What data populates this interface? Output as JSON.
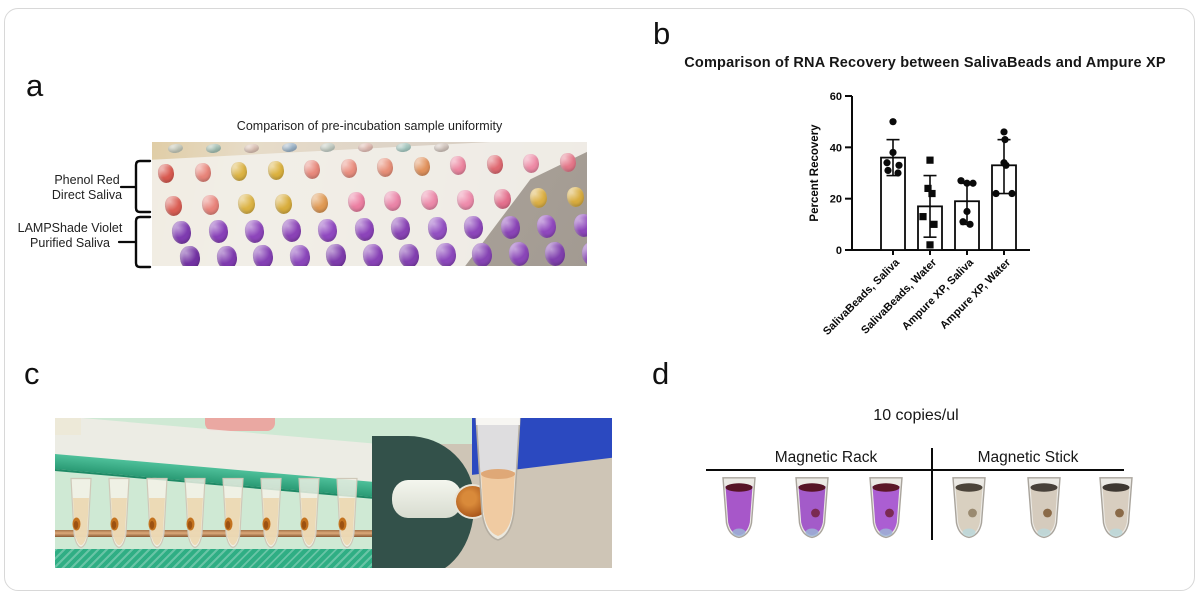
{
  "figure": {
    "panel_a": {
      "letter": "a",
      "title": "Comparison of pre-incubation sample uniformity",
      "bracket_labels": [
        {
          "line1": "Phenol Red",
          "line2": "Direct Saliva"
        },
        {
          "line1": "LAMPShade Violet",
          "line2": "Purified Saliva"
        }
      ],
      "tube_rows": {
        "caps": [
          "#b9c4bb",
          "#8fb8b0",
          "#d7b8ad",
          "#86a8c8",
          "#b8c8c0",
          "#e0b0a8",
          "#90c0b8",
          "#c8b8b0"
        ],
        "row1": [
          "#d95a50",
          "#e8857a",
          "#dcb344",
          "#dcb23f",
          "#e8897c",
          "#ea8f80",
          "#e89079",
          "#e2935e",
          "#ec86a0",
          "#e06a72",
          "#ee8ba6",
          "#e5788a"
        ],
        "row2": [
          "#db5f55",
          "#e8847b",
          "#dcb344",
          "#d9ae3e",
          "#e09a55",
          "#ec7fa2",
          "#ea85a8",
          "#ec8aaa",
          "#ee8cac",
          "#e4718e",
          "#dcb045",
          "#d9ad3f"
        ],
        "row3": [
          "#7e3bb0",
          "#8840b8",
          "#8d45bb",
          "#8a42b6",
          "#9048c0",
          "#8c44ba",
          "#8842b4",
          "#9350c2",
          "#8d47bb",
          "#8a44b6",
          "#9048be",
          "#8c46ba"
        ],
        "row4": [
          "#7232a2",
          "#7e3aae",
          "#8440b4",
          "#8a46ba",
          "#7e3cac",
          "#8843b6",
          "#8240b0",
          "#8c48bc",
          "#8644b4",
          "#8a46b8",
          "#8040ae",
          "#8846b6"
        ]
      }
    },
    "panel_b": {
      "letter": "b"
    },
    "panel_c": {
      "letter": "c",
      "tube_liquid": "#ebd6ae",
      "pellet_color": "#c4731f"
    },
    "panel_d": {
      "letter": "d",
      "title": "10 copies/ul",
      "groups": [
        "Magnetic Rack",
        "Magnetic Stick"
      ],
      "tubes": [
        {
          "group": "Magnetic Rack",
          "surface": "#571426",
          "liquid": "#a757c9",
          "tip": "#9cb4d6",
          "clump": false,
          "clump_color": "#7a2a52"
        },
        {
          "group": "Magnetic Rack",
          "surface": "#571426",
          "liquid": "#a35bc9",
          "tip": "#9cb4d6",
          "clump": true,
          "clump_color": "#7a2a52"
        },
        {
          "group": "Magnetic Rack",
          "surface": "#5c1728",
          "liquid": "#ab5ed2",
          "tip": "#9cb4d6",
          "clump": true,
          "clump_color": "#7a2a52"
        },
        {
          "group": "Magnetic Stick",
          "surface": "#4c443a",
          "liquid": "#d9d0c0",
          "tip": "#bcd8da",
          "clump": true,
          "clump_color": "#9a8a70"
        },
        {
          "group": "Magnetic Stick",
          "surface": "#48413a",
          "liquid": "#d5cbbd",
          "tip": "#bcd8da",
          "clump": true,
          "clump_color": "#8a6a48"
        },
        {
          "group": "Magnetic Stick",
          "surface": "#3e3832",
          "liquid": "#d8cec0",
          "tip": "#bcd8da",
          "clump": true,
          "clump_color": "#8a6a48"
        }
      ]
    }
  },
  "chart_data": {
    "type": "bar",
    "title": "Comparison of  RNA Recovery between SalivaBeads and Ampure  XP",
    "xlabel": "",
    "ylabel": "Percent Recovery",
    "ylim": [
      0,
      60
    ],
    "yticks": [
      0,
      20,
      40,
      60
    ],
    "grid": false,
    "legend": "none",
    "categories": [
      "SalivaBeads, Saliva",
      "SalivaBeads, Water",
      "Ampure XP, Saliva",
      "Ampure XP, Water"
    ],
    "bar_means": [
      36,
      17,
      19,
      33
    ],
    "error_low": [
      29,
      5,
      10,
      22
    ],
    "error_high": [
      43,
      29,
      26,
      43
    ],
    "marker_shapes": [
      "circle",
      "square",
      "circle",
      "circle"
    ],
    "points": [
      [
        50,
        38,
        34,
        33,
        31,
        30
      ],
      [
        35,
        24,
        22,
        13,
        10,
        2
      ],
      [
        27,
        26,
        26,
        15,
        11,
        10
      ],
      [
        46,
        43,
        34,
        33,
        22,
        22
      ]
    ],
    "point_dx": [
      [
        0,
        0,
        -6,
        6,
        -5,
        5
      ],
      [
        0,
        -2,
        2,
        -7,
        4,
        0
      ],
      [
        -6,
        0,
        6,
        0,
        -4,
        3
      ],
      [
        0,
        1,
        0,
        2,
        -8,
        8
      ]
    ],
    "bar_fill": "#ffffff",
    "bar_stroke": "#0a0a0a"
  }
}
